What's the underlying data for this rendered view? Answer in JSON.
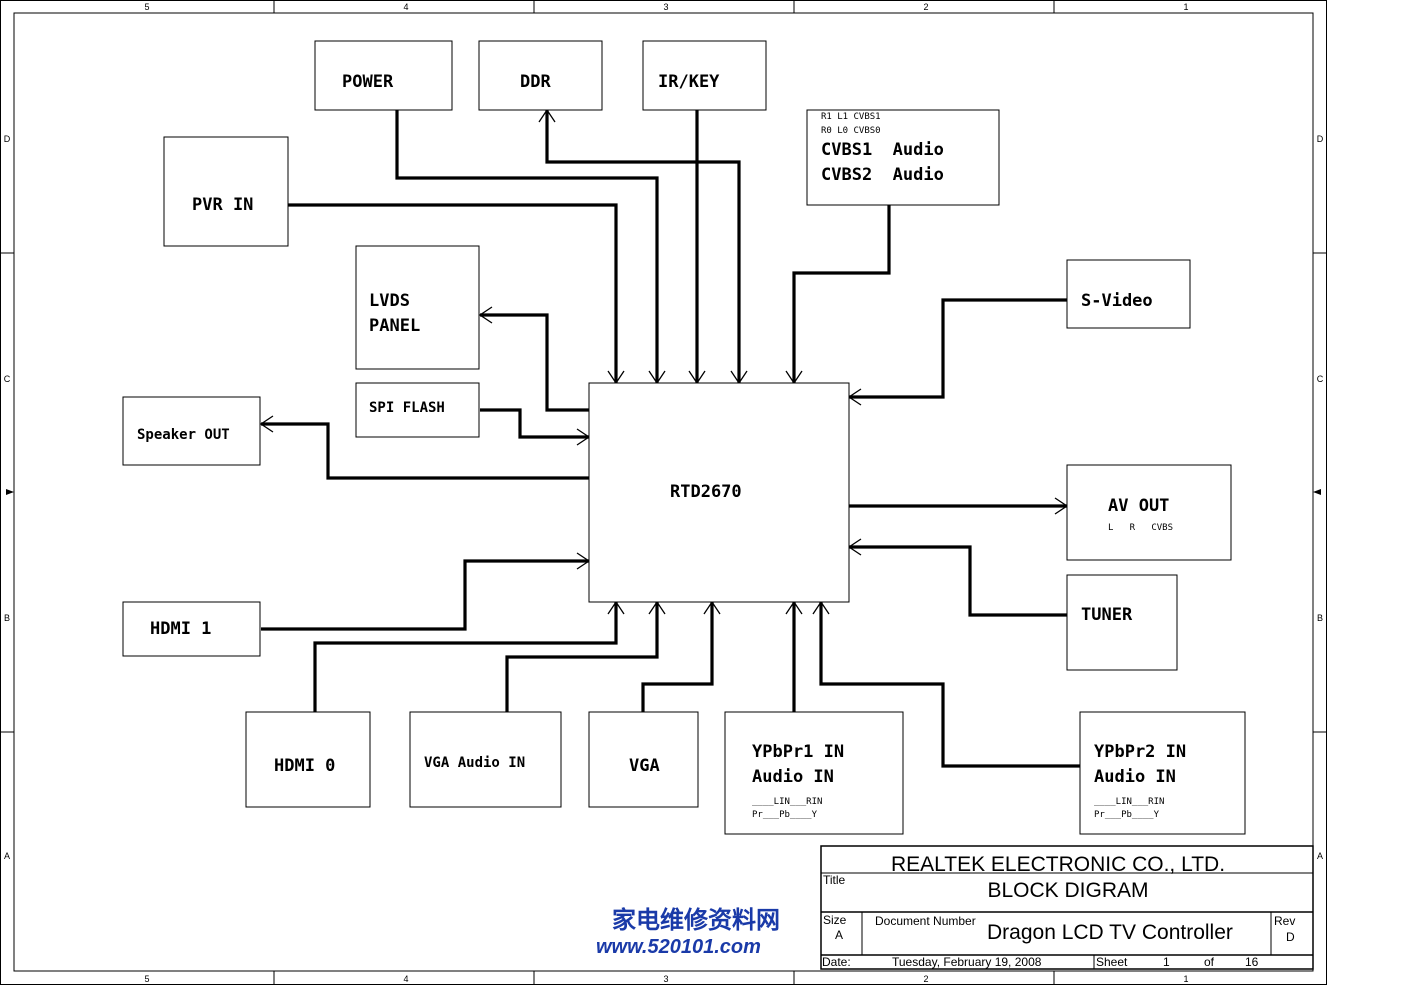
{
  "border": {
    "zones_top": [
      "5",
      "4",
      "3",
      "2",
      "1"
    ],
    "zones_bottom": [
      "5",
      "4",
      "3",
      "2",
      "1"
    ],
    "zones_left": [
      "D",
      "C",
      "B",
      "A"
    ],
    "zones_right": [
      "D",
      "C",
      "B",
      "A"
    ]
  },
  "blocks": {
    "power": "POWER",
    "ddr": "DDR",
    "irkey": "IR/KEY",
    "pvr": "PVR IN",
    "cvbs_small1": "R1 L1 CVBS1",
    "cvbs_small2": "R0 L0 CVBS0",
    "cvbs_line1": "CVBS1  Audio",
    "cvbs_line2": "CVBS2  Audio",
    "lvds1": "LVDS",
    "lvds2": "PANEL",
    "svideo": "S-Video",
    "spi": "SPI FLASH",
    "speaker": "Speaker OUT",
    "chip": "RTD2670",
    "avout": "AV OUT",
    "avout_sub": "L   R   CVBS",
    "tuner": "TUNER",
    "hdmi1": "HDMI 1",
    "hdmi0": "HDMI 0",
    "vga_audio": "VGA Audio IN",
    "vga": "VGA",
    "ypbpr1_l1": "YPbPr1 IN",
    "ypbpr1_l2": "Audio IN",
    "ypbpr1_s1": "____LIN___RIN",
    "ypbpr1_s2": "Pr___Pb____Y",
    "ypbpr2_l1": "YPbPr2 IN",
    "ypbpr2_l2": "Audio IN",
    "ypbpr2_s1": "____LIN___RIN",
    "ypbpr2_s2": "Pr___Pb____Y"
  },
  "title_block": {
    "company": "REALTEK  ELECTRONIC  CO., LTD.",
    "title_label": "Title",
    "title": "BLOCK DIGRAM",
    "size_label": "Size",
    "size": "A",
    "docnum_label": "Document Number",
    "docnum": "Dragon LCD TV Controller",
    "rev_label": "Rev",
    "rev": "D",
    "date_label": "Date:",
    "date": "Tuesday, February 19, 2008",
    "sheet_label": "Sheet",
    "sheet": "1",
    "of_label": "of",
    "sheets": "16"
  },
  "watermark": {
    "line1": "家电维修资料网",
    "line2": "www.520101.com"
  }
}
